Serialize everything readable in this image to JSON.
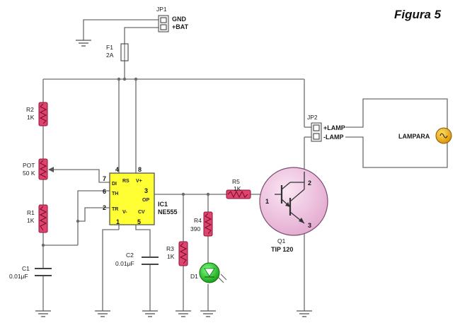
{
  "figure_title": "Figura 5",
  "jp1": {
    "ref": "JP1",
    "pin1": "GND",
    "pin2": "+BAT"
  },
  "f1": {
    "ref": "F1",
    "value": "2A"
  },
  "r2": {
    "ref": "R2",
    "value": "1K"
  },
  "pot": {
    "ref": "POT",
    "value": "50 K"
  },
  "r1": {
    "ref": "R1",
    "value": "1K"
  },
  "c1": {
    "ref": "C1",
    "value": "0.01μF"
  },
  "ic1": {
    "ref": "IC1",
    "part": "NE555",
    "pin_numbers": {
      "p4": "4",
      "p8": "8",
      "p7": "7",
      "p6": "6",
      "p2": "2",
      "p1": "1",
      "p5": "5",
      "p3": "3"
    },
    "pin_names": {
      "di": "DI",
      "rs": "RS",
      "vplus": "V+",
      "th": "TH",
      "op": "OP",
      "tr": "TR",
      "vminus": "V-",
      "cv": "CV"
    }
  },
  "c2": {
    "ref": "C2",
    "value": "0.01μF"
  },
  "r3": {
    "ref": "R3",
    "value": "1K"
  },
  "r4": {
    "ref": "R4",
    "value": "390"
  },
  "d1": {
    "ref": "D1"
  },
  "r5": {
    "ref": "R5",
    "value": "1K"
  },
  "q1": {
    "ref": "Q1",
    "part": "TIP 120",
    "pin1": "1",
    "pin2": "2",
    "pin3": "3"
  },
  "jp2": {
    "ref": "JP2",
    "pin1": "+LAMP",
    "pin2": "-LAMP"
  },
  "lamp": {
    "label": "LAMPARA"
  },
  "colors": {
    "resistor": "#e0436e",
    "ic_body": "#ffff33",
    "transistor_body": "#f2c3e3",
    "led": "#2fcc2f",
    "lamp": "#f0b400",
    "wire": "#6c6c6c"
  }
}
